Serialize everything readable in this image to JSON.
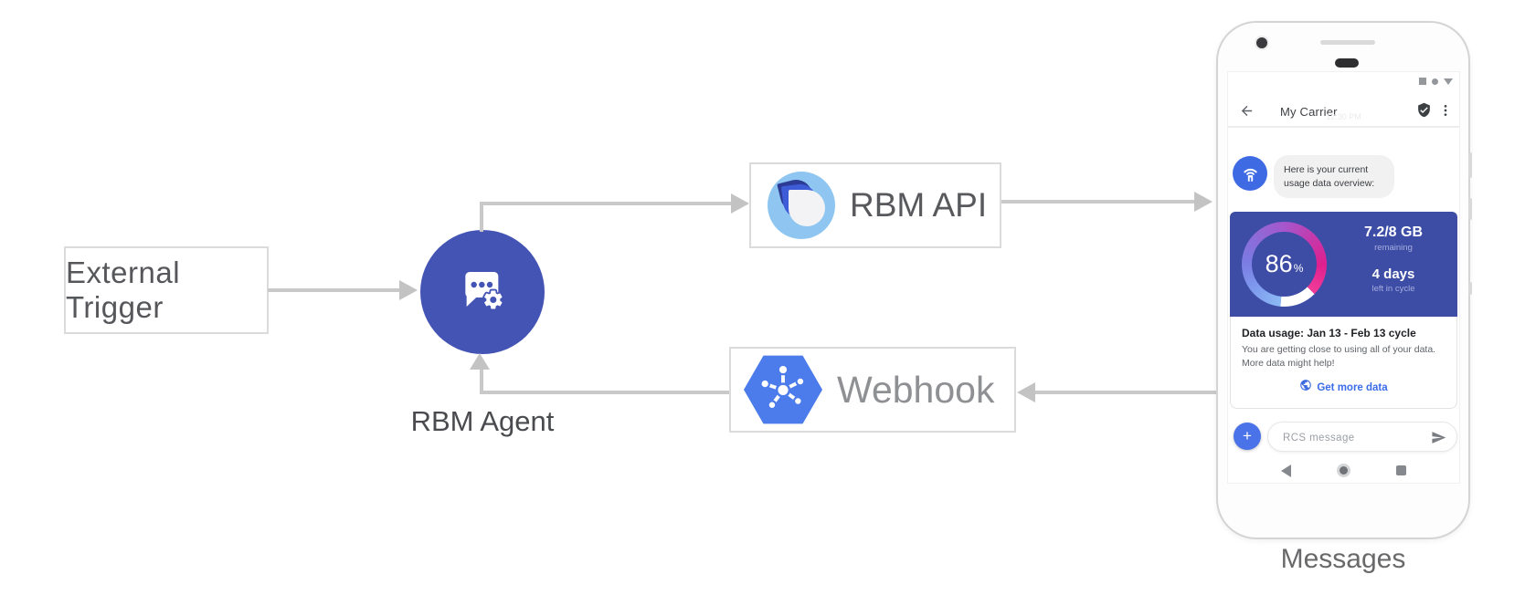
{
  "diagram": {
    "external_trigger": "External Trigger",
    "rbm_agent": "RBM Agent",
    "rbm_api": "RBM API",
    "webhook": "Webhook",
    "caption": "Messages"
  },
  "phone": {
    "status_icons": [
      "square-icon",
      "circle-icon",
      "triangle-down-icon"
    ],
    "header": {
      "title": "My Carrier"
    },
    "timestamp": "12:30 PM",
    "chat": {
      "agent_message": "Here is your current usage data overview:"
    },
    "usage_card": {
      "percent": "86",
      "percent_unit": "%",
      "remaining_value": "7.2/8 GB",
      "remaining_label": "remaining",
      "days_value": "4 days",
      "days_label": "left in cycle",
      "title": "Data usage: Jan 13 - Feb 13 cycle",
      "body": "You are getting close to using all of your data. More data might help!",
      "cta": "Get more data"
    },
    "composer": {
      "plus": "+",
      "placeholder": "RCS message"
    }
  },
  "colors": {
    "agent_indigo": "#4454b5",
    "card_indigo": "#3d4da6",
    "avatar_blue": "#3e6be4",
    "hexagon_blue": "#4c7ceb",
    "plus_blue": "#4a72e9",
    "link_blue": "#3b6ce8",
    "gauge_blue": "#8cbaf4",
    "gauge_pink": "#e01f8f",
    "arrow_gray": "#c9c9c9"
  }
}
